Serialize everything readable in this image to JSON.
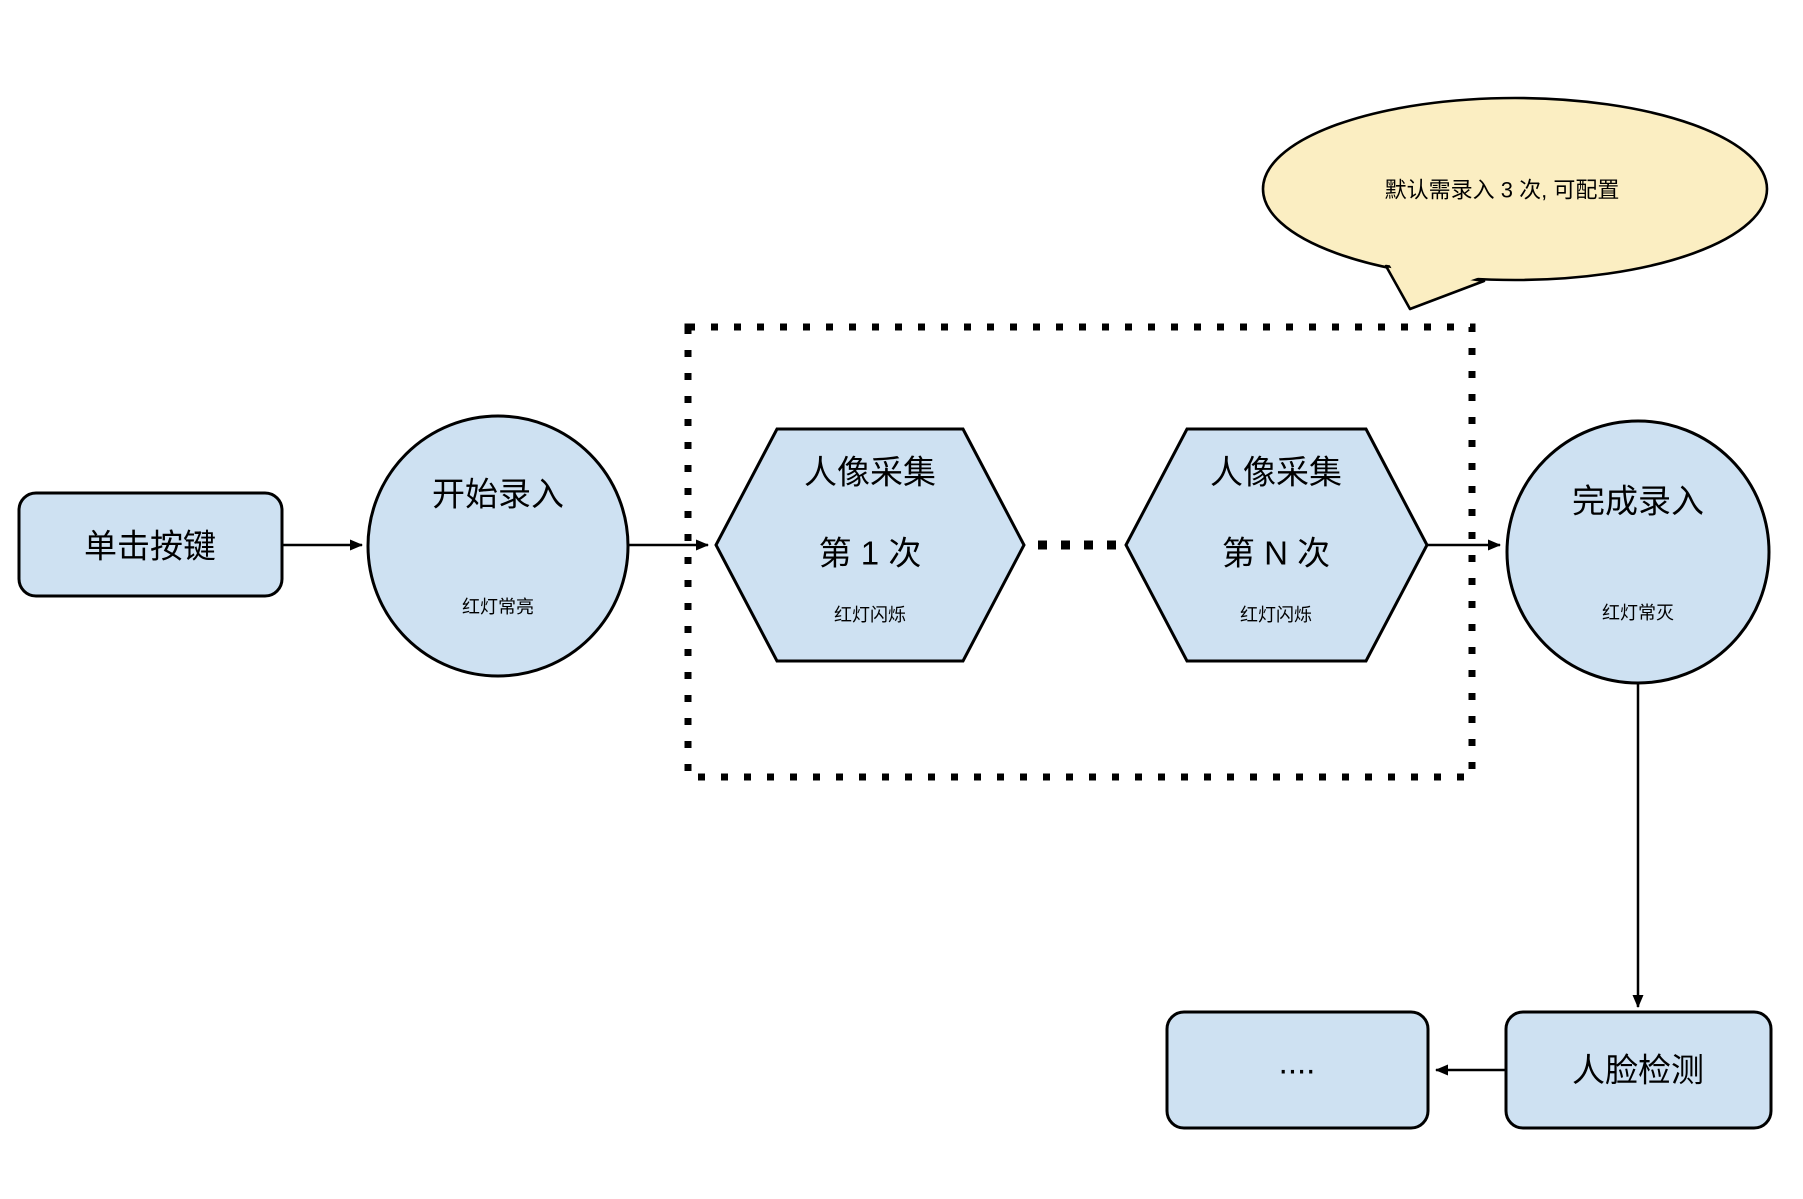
{
  "diagram": {
    "colors": {
      "node_fill": "#CEE1F2",
      "bubble_fill": "#FBEEC2",
      "stroke": "#000000"
    },
    "callout": {
      "text": "默认需录入 3 次, 可配置"
    },
    "nodes": {
      "click_button": {
        "label": "单击按键"
      },
      "start_capture": {
        "title": "开始录入",
        "status": "红灯常亮"
      },
      "capture_first": {
        "title": "人像采集",
        "count": "第 1 次",
        "status": "红灯闪烁"
      },
      "capture_nth": {
        "title": "人像采集",
        "count": "第 N 次",
        "status": "红灯闪烁"
      },
      "finish_capture": {
        "title": "完成录入",
        "status": "红灯常灭"
      },
      "face_detection": {
        "label": "人脸检测"
      },
      "more_steps": {
        "label": "...."
      }
    }
  }
}
